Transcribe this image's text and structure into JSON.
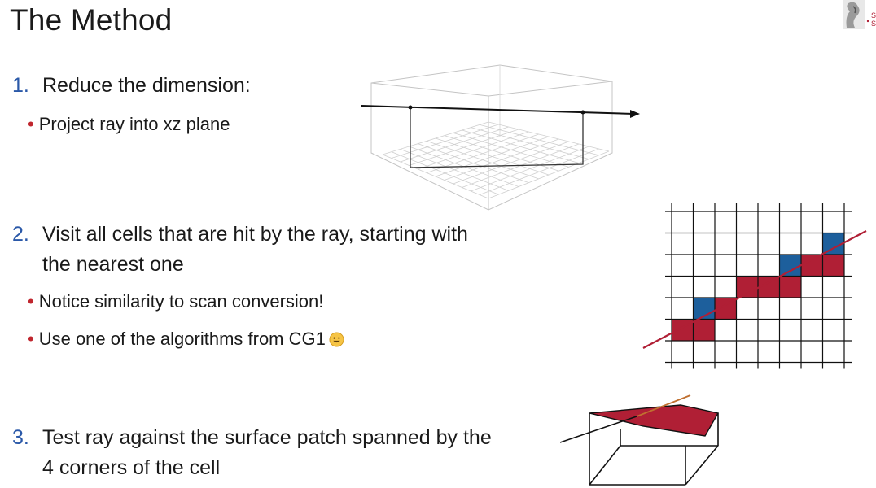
{
  "slide": {
    "title": "The Method",
    "colors": {
      "numbering": "#2a58a8",
      "bullet": "#c0262e",
      "cell_red": "#b01f35",
      "cell_blue": "#1d5f9c"
    }
  },
  "steps": [
    {
      "number": "1.",
      "text": "Reduce the dimension:",
      "bullets": [
        "Project ray into xz plane"
      ]
    },
    {
      "number": "2.",
      "text": "Visit all cells that are hit by the ray, starting with",
      "text_line2": "the nearest one",
      "bullets": [
        "Notice similarity to scan conversion!",
        "Use one of the algorithms from CG1"
      ]
    },
    {
      "number": "3.",
      "text": "Test ray against the surface patch spanned by the",
      "text_line2": "4 corners of the cell",
      "bullets": []
    }
  ],
  "icons": {
    "logo": "university-seal-icon",
    "emoji": "grinning-face-icon"
  }
}
